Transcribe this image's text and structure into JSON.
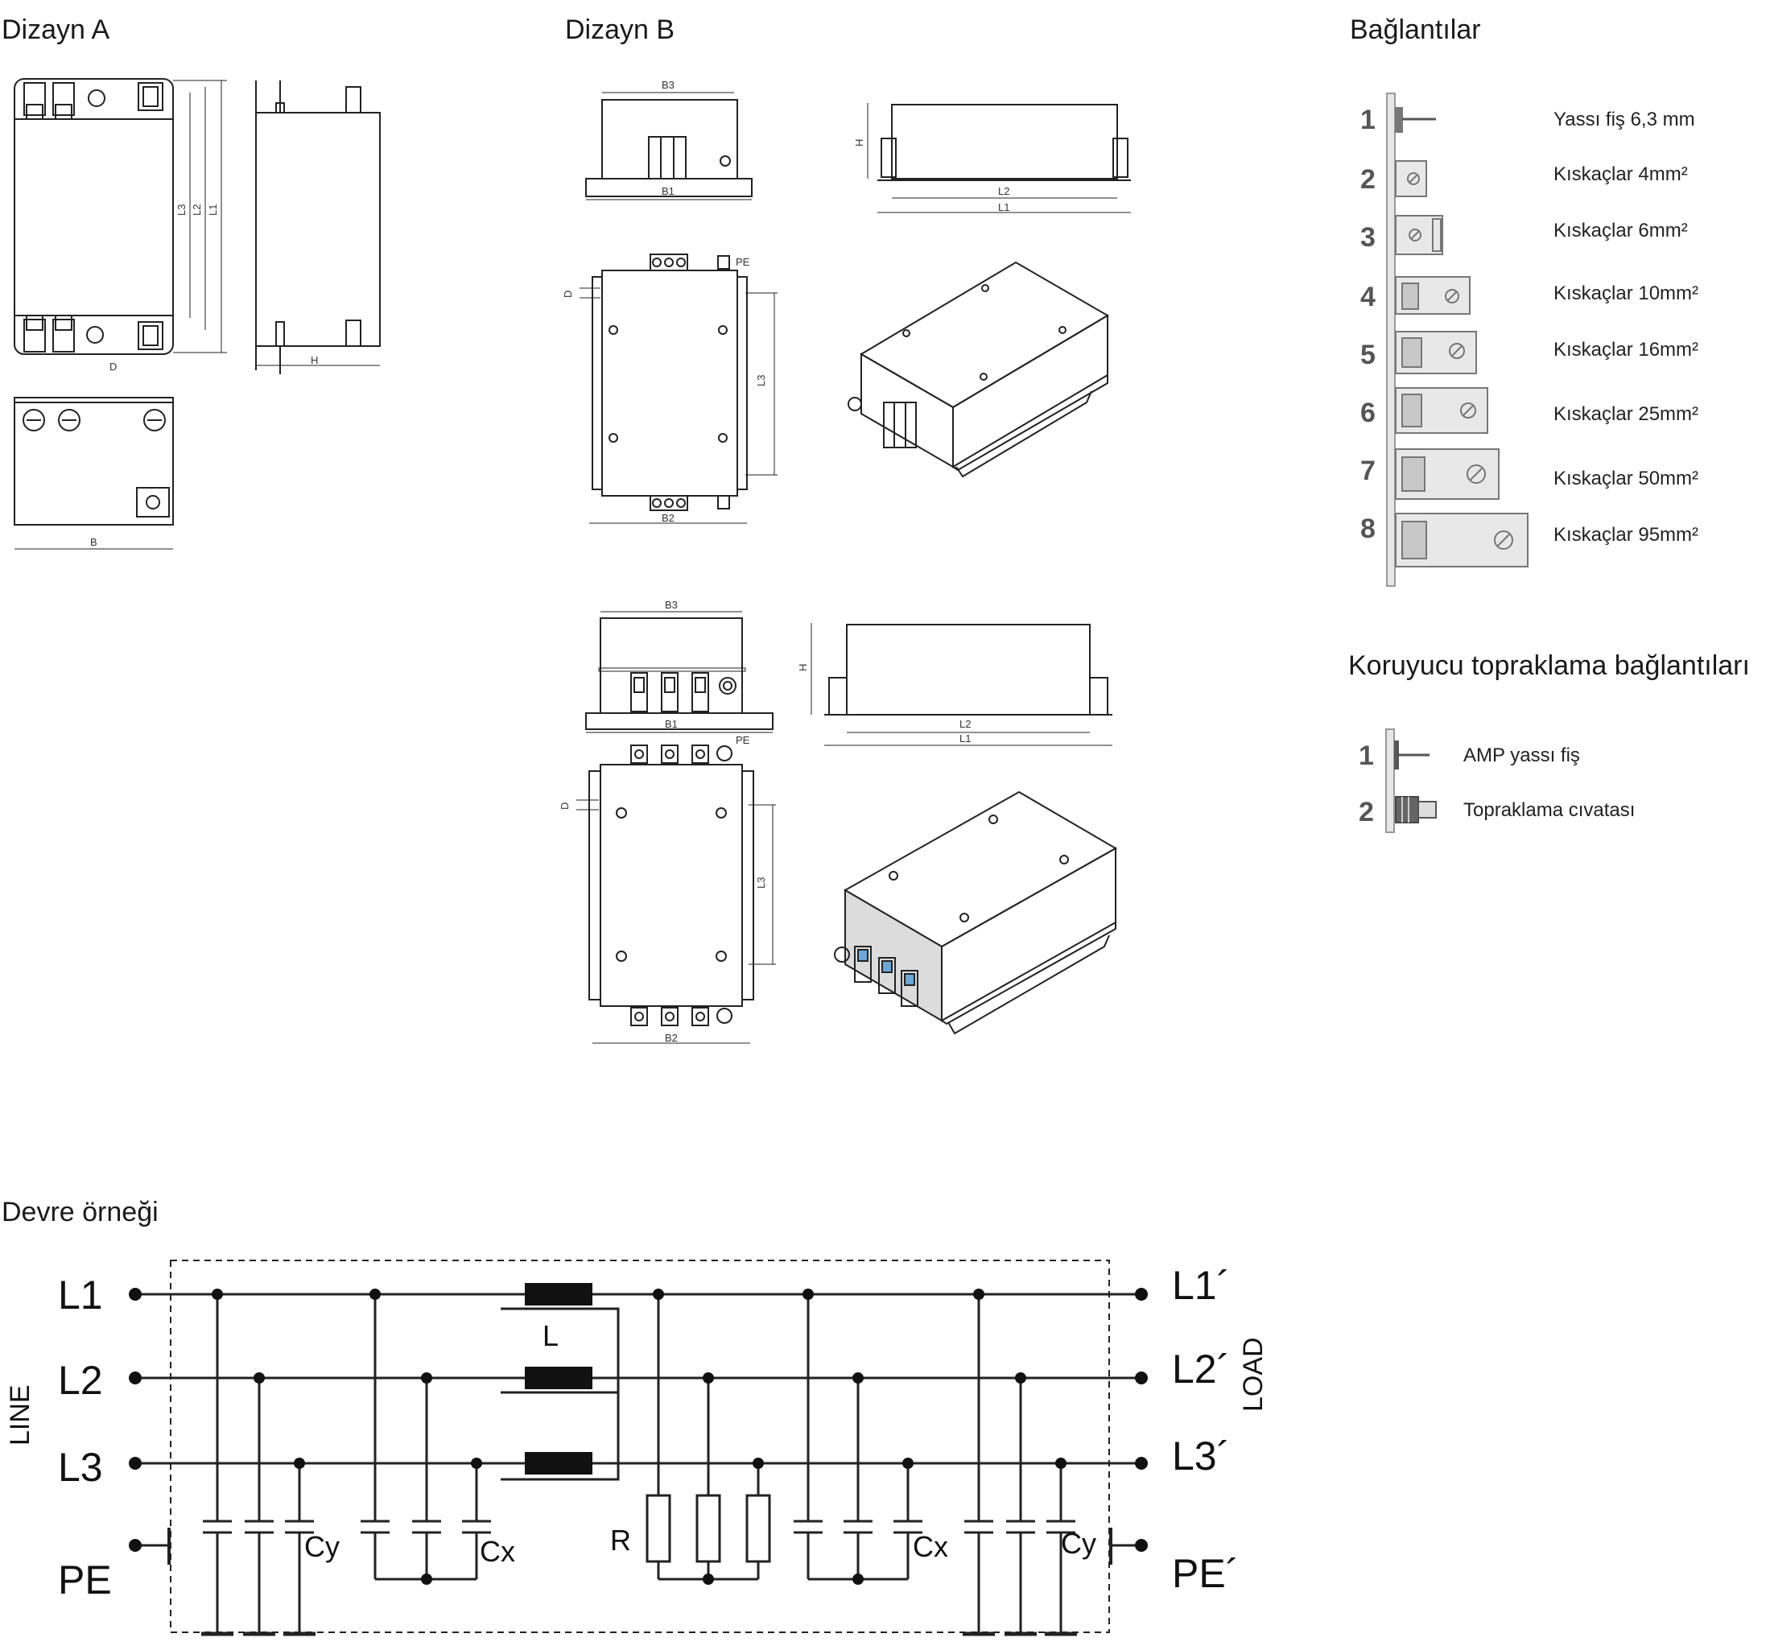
{
  "headings": {
    "design_a": "Dizayn A",
    "design_b": "Dizayn B",
    "connections": "Bağlantılar",
    "ground": "Koruyucu topraklama bağlantıları",
    "circuit": "Devre örneği"
  },
  "dims": {
    "L1": "L1",
    "L2": "L2",
    "L3": "L3",
    "H": "H",
    "B": "B",
    "D": "D",
    "B1": "B1",
    "B2": "B2",
    "B3": "B3",
    "PE": "PE"
  },
  "connections": [
    {
      "num": "1",
      "label": "Yassı fiş 6,3 mm"
    },
    {
      "num": "2",
      "label": "Kıskaçlar 4mm²"
    },
    {
      "num": "3",
      "label": "Kıskaçlar 6mm²"
    },
    {
      "num": "4",
      "label": "Kıskaçlar 10mm²"
    },
    {
      "num": "5",
      "label": "Kıskaçlar 16mm²"
    },
    {
      "num": "6",
      "label": "Kıskaçlar 25mm²"
    },
    {
      "num": "7",
      "label": "Kıskaçlar 50mm²"
    },
    {
      "num": "8",
      "label": "Kıskaçlar 95mm²"
    }
  ],
  "ground_connections": [
    {
      "num": "1",
      "label": "AMP yassı fiş"
    },
    {
      "num": "2",
      "label": "Topraklama cıvatası"
    }
  ],
  "circuit": {
    "line": "LINE",
    "load": "LOAD",
    "in": [
      "L1",
      "L2",
      "L3",
      "PE"
    ],
    "out": [
      "L1´",
      "L2´",
      "L3´",
      "PE´"
    ],
    "inductor": "L",
    "resistor": "R",
    "cx": "Cx",
    "cy": "Cy"
  }
}
